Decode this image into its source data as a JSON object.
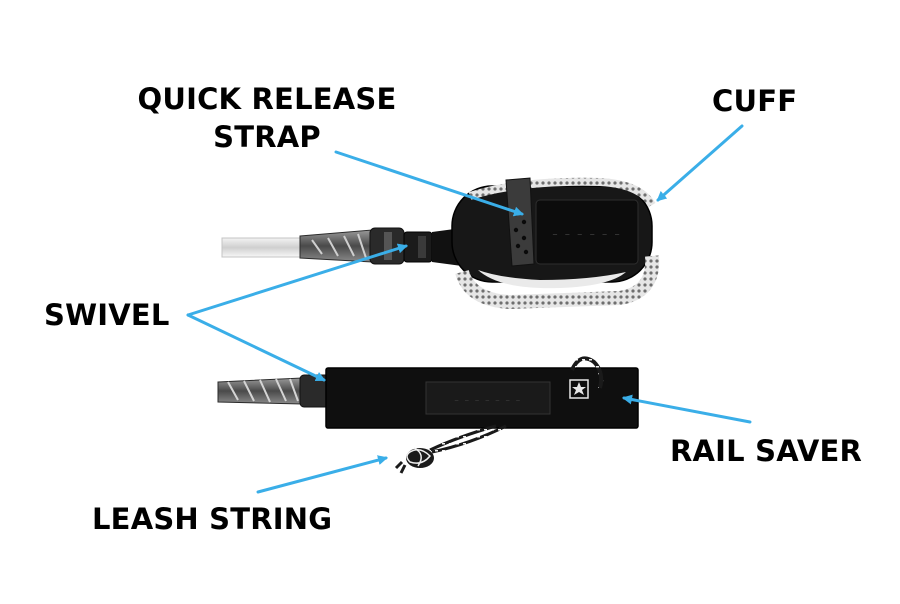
{
  "labels": {
    "quick_release_line1": "QUICK RELEASE",
    "quick_release_line2": "STRAP",
    "cuff": "CUFF",
    "swivel": "SWIVEL",
    "rail_saver": "RAIL SAVER",
    "leash_string": "LEASH STRING"
  },
  "colors": {
    "arrow": "#3aaee8",
    "text": "#000000",
    "neoprene": "#161616",
    "mesh": "#c9c9c9",
    "cord": "#d9d9d9",
    "webbing": "#0f0f0f"
  }
}
